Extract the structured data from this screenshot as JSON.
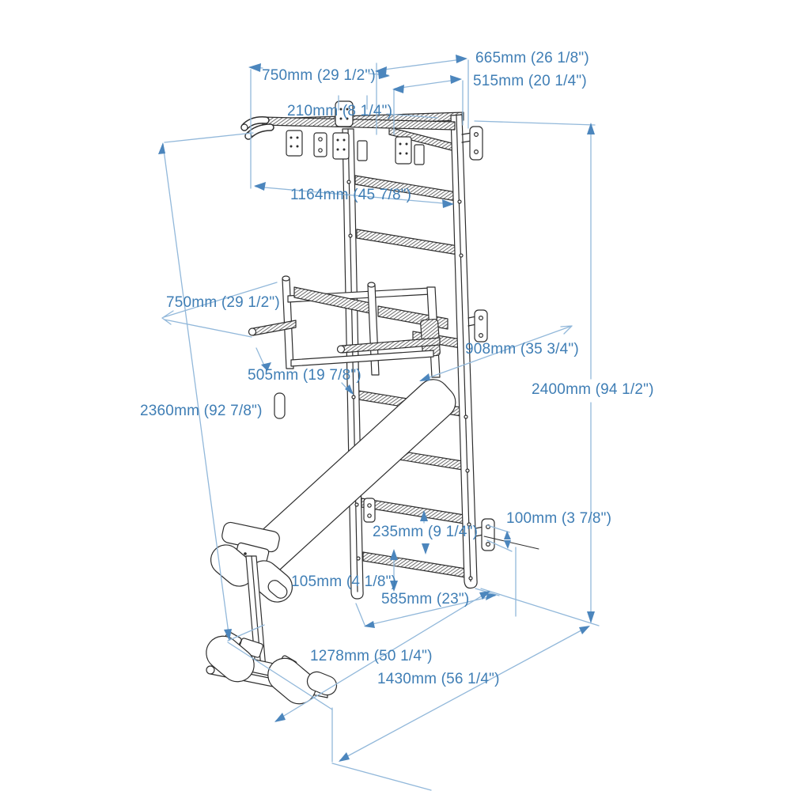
{
  "diagram": {
    "kind": "technical-dimension-drawing",
    "subject": "wall bars with pull-up bar, dip station and incline bench",
    "colors": {
      "background": "#ffffff",
      "ink": "#2e2e2e",
      "dimension_line": "#92b8da",
      "dimension_arrow": "#4c86bd",
      "dimension_text": "#3f7eb5"
    }
  },
  "dims": [
    {
      "name": "top-depth",
      "label": "750mm (29 1/2\")"
    },
    {
      "name": "top-offset-665",
      "label": "665mm (26 1/8\")"
    },
    {
      "name": "top-offset-515",
      "label": "515mm (20 1/4\")"
    },
    {
      "name": "grip-spacing-210",
      "label": "210mm (8 1/4\")"
    },
    {
      "name": "pullup-bar-width",
      "label": "1164mm (45 7/8\")"
    },
    {
      "name": "dip-depth",
      "label": "750mm (29 1/2\")"
    },
    {
      "name": "dip-bar-width",
      "label": "505mm (19 7/8\")"
    },
    {
      "name": "frame-depth-908",
      "label": "908mm (35 3/4\")"
    },
    {
      "name": "total-height",
      "label": "2400mm (94 1/2\")"
    },
    {
      "name": "bar-height",
      "label": "2360mm (92 7/8\")"
    },
    {
      "name": "rung-spacing",
      "label": "235mm (9 1/4\")"
    },
    {
      "name": "bracket-height",
      "label": "100mm (3 7/8\")"
    },
    {
      "name": "bottom-gap",
      "label": "105mm (4 1/8\")"
    },
    {
      "name": "ladder-width",
      "label": "585mm (23\")"
    },
    {
      "name": "base-width-1278",
      "label": "1278mm (50 1/4\")"
    },
    {
      "name": "total-width-1430",
      "label": "1430mm (56 1/4\")"
    }
  ]
}
